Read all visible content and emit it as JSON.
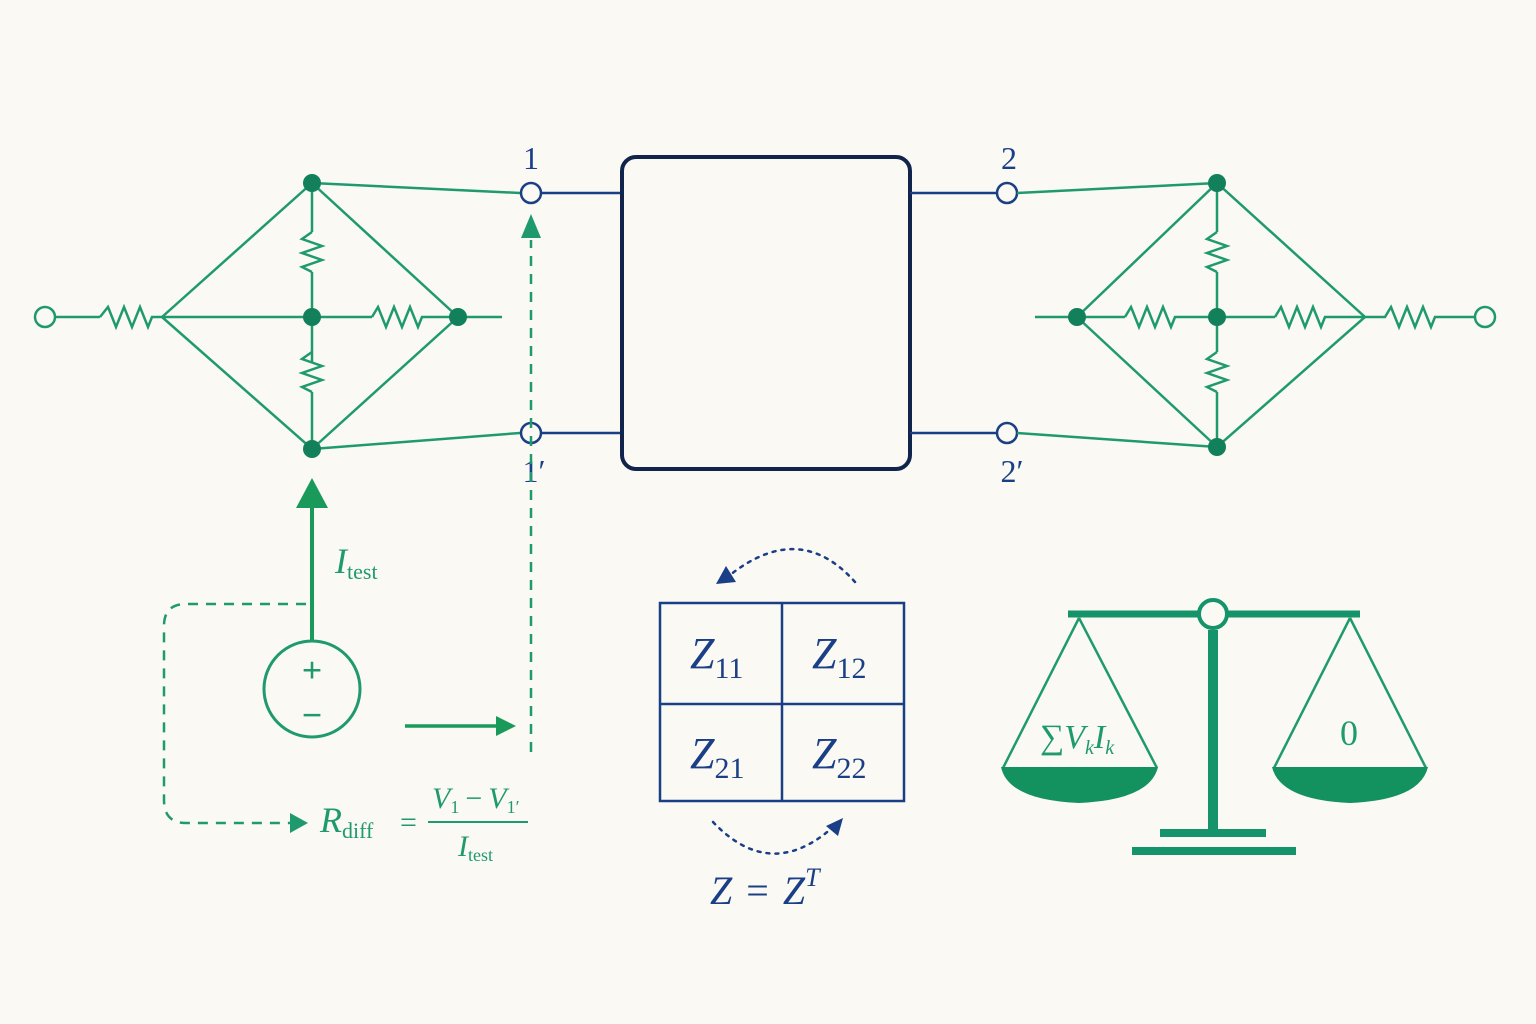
{
  "colors": {
    "background": "#fbf9f4",
    "green": "#1f9a6e",
    "dark_green": "#13805c",
    "navy": "#1b3f86",
    "box": "#10244c"
  },
  "ports": {
    "p1": "1",
    "p1_prime": "1′",
    "p2": "2",
    "p2_prime": "2′"
  },
  "source": {
    "plus": "+",
    "minus": "−",
    "current_symbol": "I",
    "current_sub": "test"
  },
  "formula": {
    "r": "R",
    "r_sub": "diff",
    "equals": "=",
    "num_v1": "V",
    "num_v1_sub": "1",
    "num_minus": "−",
    "num_v1p": "V",
    "num_v1p_sub": "1′",
    "den": "I",
    "den_sub": "test"
  },
  "matrix": {
    "cells": [
      {
        "sym": "Z",
        "sub": "11"
      },
      {
        "sym": "Z",
        "sub": "12"
      },
      {
        "sym": "Z",
        "sub": "21"
      },
      {
        "sym": "Z",
        "sub": "22"
      }
    ],
    "reciprocity": {
      "lhs": "Z",
      "eq": "=",
      "rhs": "Z",
      "sup": "T"
    }
  },
  "balance": {
    "left_sum": "∑",
    "left_v": "V",
    "left_v_sub": "k",
    "left_i": "I",
    "left_i_sub": "k",
    "right_value": "0"
  }
}
